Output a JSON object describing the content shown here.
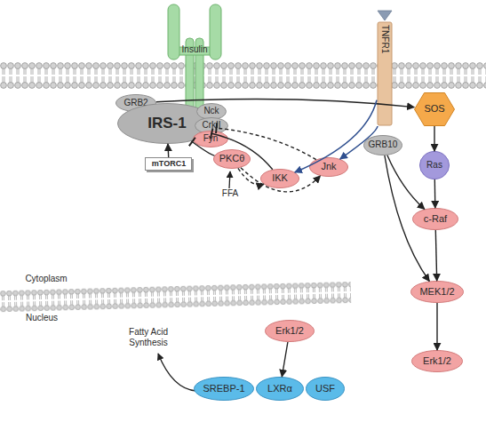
{
  "diagram": {
    "nodes": [
      {
        "text": [
          "Insulin"
        ]
      },
      {
        "text": [
          "TNFR1"
        ]
      },
      {
        "text": [
          "GRB2"
        ]
      },
      {
        "text": [
          "IRS-1"
        ]
      },
      {
        "text": [
          "Nck"
        ]
      },
      {
        "text": [
          "CrkII"
        ]
      },
      {
        "text": [
          "Fyn"
        ]
      },
      {
        "text": [
          "mTORC1"
        ]
      },
      {
        "text": [
          "PKCθ"
        ]
      },
      {
        "text": [
          "IKK"
        ]
      },
      {
        "text": [
          "Jnk"
        ]
      },
      {
        "text": [
          "GRB10"
        ]
      },
      {
        "text": [
          "SOS"
        ]
      },
      {
        "text": [
          "Ras"
        ]
      },
      {
        "text": [
          "c-Raf"
        ]
      },
      {
        "text": [
          "MEK1/2"
        ]
      },
      {
        "text": [
          "Erk1/2"
        ]
      },
      {
        "text": [
          "Erk1/2"
        ]
      },
      {
        "text": [
          "SREBP-1"
        ]
      },
      {
        "text": [
          "LXRα"
        ]
      },
      {
        "text": [
          "USF"
        ]
      }
    ],
    "edges": [
      {
        "from": 2,
        "to": 12,
        "arrow": "to"
      },
      {
        "from": 1,
        "to": 9,
        "arrow": "to"
      },
      {
        "from": 1,
        "to": 10,
        "arrow": "to"
      },
      {
        "from": 7,
        "to": 3,
        "arrow": "to"
      },
      {
        "from": 8,
        "to": 3,
        "arrow": "to"
      },
      {
        "from": 9,
        "to": 3,
        "arrow": "to"
      },
      {
        "from": 10,
        "to": 3,
        "arrow": "to"
      },
      {
        "from": 8,
        "to": 9,
        "arrow": "to"
      },
      {
        "from": 8,
        "to": 10,
        "arrow": "to"
      },
      {
        "from": 12,
        "to": 13,
        "arrow": "to"
      },
      {
        "from": 13,
        "to": 14,
        "arrow": "to"
      },
      {
        "from": 14,
        "to": 15,
        "arrow": "to"
      },
      {
        "from": 15,
        "to": 16,
        "arrow": "to"
      },
      {
        "from": 11,
        "to": 14,
        "arrow": "to"
      },
      {
        "from": 11,
        "to": 15,
        "arrow": "to"
      },
      {
        "from": 17,
        "to": 19,
        "arrow": "to"
      }
    ],
    "labels": [
      "FFA",
      "Cytoplasm",
      "Nucleus",
      "Fatty Acid Synthesis"
    ]
  }
}
